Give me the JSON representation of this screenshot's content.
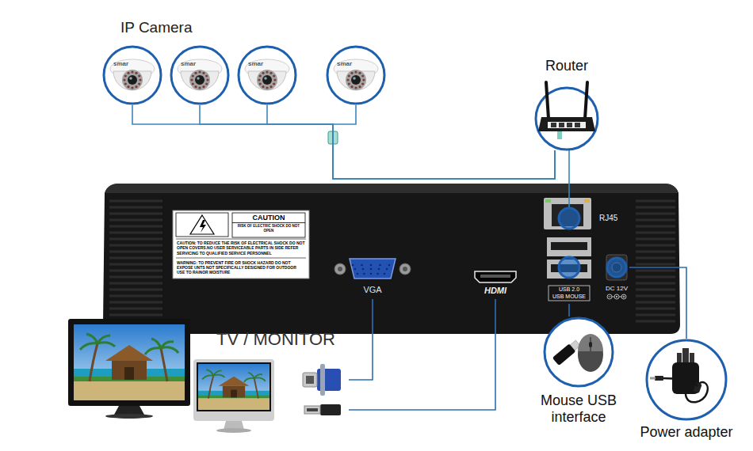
{
  "diagram": {
    "nodes": [
      {
        "text": [
          "smar"
        ]
      },
      {
        "text": [
          "smar"
        ]
      },
      {
        "text": [
          "smar"
        ]
      },
      {
        "text": [
          "smar"
        ]
      },
      {
        "text": [
          "Router"
        ]
      },
      {
        "text": [
          "CAUTION",
          "RISK OF ELECTRIC SHOCK DO NOT OPEN",
          "CAUTION: TO REDUCE THE RISK OF ELECTRICAL SHOCK DO NOT OPEN COVERS.NO USER SERVICEABLE PARTS IN SIDE REFER SERVICING TO QUALIFIED SERVICE PERSONNEL",
          "WARNING: TO PREVENT FIRE OR SHOCK HAZARD DO NOT EXPOSE UNTS NOT SPECIFICALLY DESIGNED FOR OUTDOOR USE TO RAINOR MOISTURE"
        ]
      },
      {
        "text": [
          "VGA"
        ]
      },
      {
        "text": [
          "HDMI"
        ]
      },
      {
        "text": [
          "RJ45"
        ]
      },
      {
        "text": [
          "USB 2.0",
          "USB MOUSE"
        ]
      },
      {
        "text": [
          "DC 12V"
        ]
      },
      {
        "text": [
          "TV / MONITOR"
        ]
      },
      {
        "text": [
          "Mouse USB interface"
        ]
      },
      {
        "text": [
          "Power adapter"
        ]
      }
    ],
    "edges": [
      {
        "from": 0,
        "to": 4,
        "arrow": "none"
      },
      {
        "from": 1,
        "to": 4,
        "arrow": "none"
      },
      {
        "from": 2,
        "to": 4,
        "arrow": "none"
      },
      {
        "from": 3,
        "to": 4,
        "arrow": "none"
      },
      {
        "from": 4,
        "to": 8,
        "arrow": "none"
      },
      {
        "from": 6,
        "to": 11,
        "arrow": "none"
      },
      {
        "from": 7,
        "to": 11,
        "arrow": "none"
      },
      {
        "from": 9,
        "to": 12,
        "arrow": "none"
      },
      {
        "from": 10,
        "to": 13,
        "arrow": "none"
      }
    ],
    "labels": [
      "IP Camera"
    ]
  }
}
